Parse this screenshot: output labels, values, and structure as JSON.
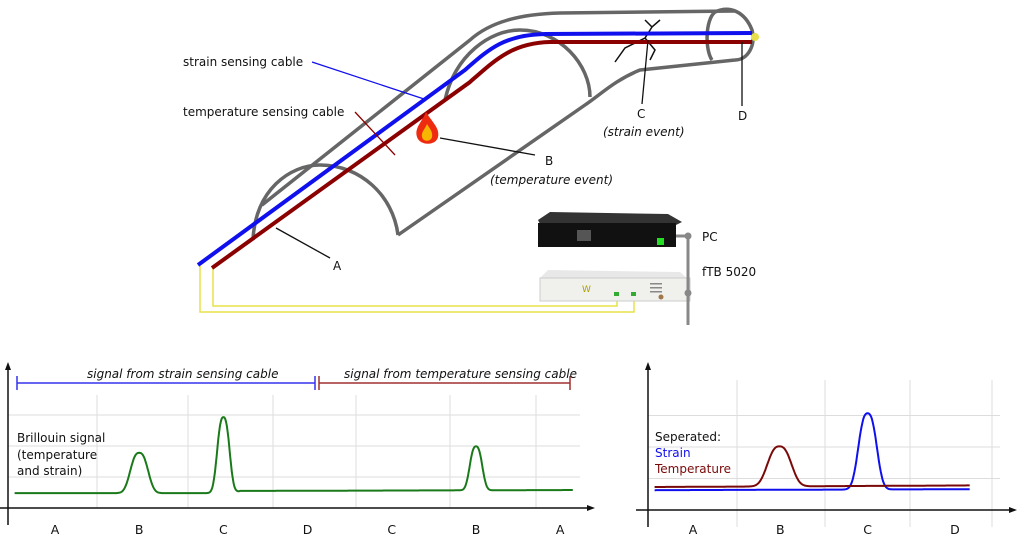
{
  "diagram": {
    "labels": {
      "strain_cable": "strain sensing cable",
      "temperature_cable": "temperature sensing cable",
      "point_a": "A",
      "point_b": "B",
      "point_b_desc": "(temperature event)",
      "point_c": "C",
      "point_c_desc": "(strain event)",
      "point_d": "D",
      "pc": "PC",
      "device": "fTB 5020"
    },
    "colors": {
      "strain": "#1010ee",
      "temperature": "#8b0000",
      "tunnel": "#666666",
      "fiber": "#e8e04a",
      "signal": "#1a7a1a"
    }
  },
  "chart_data": [
    {
      "type": "line",
      "title": "",
      "text": [
        "Brillouin signal",
        "(temperature",
        "and strain)"
      ],
      "bracket_labels": {
        "strain": "signal from strain sensing cable",
        "temperature": "signal from temperature sensing cable"
      },
      "categories": [
        "A",
        "B",
        "C",
        "D",
        "C",
        "B",
        "A"
      ],
      "xlim": [
        -0.5,
        6.2
      ],
      "ylim": [
        0,
        4
      ],
      "grid": true,
      "series": [
        {
          "name": "Brillouin signal",
          "color": "#1a7a1a",
          "x_start": -0.48,
          "x_end": 6.15,
          "baseline": [
            [
              -0.48,
              0.48
            ],
            [
              2.1,
              0.48
            ],
            [
              2.2,
              0.55
            ],
            [
              6.15,
              0.58
            ]
          ],
          "peaks": [
            {
              "center": 1.0,
              "height": 1.3,
              "width": 0.1
            },
            {
              "center": 2.0,
              "height": 2.45,
              "width": 0.07
            },
            {
              "center": 5.0,
              "height": 1.42,
              "width": 0.07
            }
          ]
        }
      ]
    },
    {
      "type": "line",
      "title": "",
      "text_heading": "Seperated:",
      "categories": [
        "A",
        "B",
        "C",
        "D"
      ],
      "xlim": [
        -0.5,
        3.5
      ],
      "ylim": [
        0,
        4
      ],
      "grid": true,
      "legend": "left",
      "series": [
        {
          "name": "Strain",
          "color": "#1010ee",
          "x_start": -0.44,
          "x_end": 3.17,
          "baseline": [
            [
              -0.44,
              0.63
            ],
            [
              3.17,
              0.66
            ]
          ],
          "peaks": [
            {
              "center": 2.0,
              "height": 2.42,
              "width": 0.1
            }
          ]
        },
        {
          "name": "Temperature",
          "color": "#7a0a0a",
          "x_start": -0.44,
          "x_end": 3.17,
          "baseline": [
            [
              -0.44,
              0.73
            ],
            [
              3.17,
              0.78
            ]
          ],
          "peaks": [
            {
              "center": 0.99,
              "height": 1.27,
              "width": 0.13
            }
          ]
        }
      ]
    }
  ]
}
